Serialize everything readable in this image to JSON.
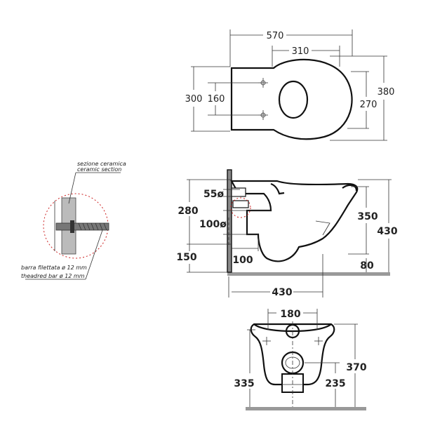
{
  "top_view": {
    "width_total": "570",
    "width_bowl": "310",
    "height_total": "380",
    "height_left": "300",
    "height_mount": "160",
    "height_bowl": "270"
  },
  "side_view": {
    "inlet_diameter": "55ø",
    "outlet_diameter": "100ø",
    "outlet_height": "280",
    "floor_clearance": "150",
    "outlet_depth": "100",
    "rim_height": "350",
    "total_height": "430",
    "bottom_clearance": "80",
    "depth": "430"
  },
  "front_view": {
    "width": "180",
    "height_left": "335",
    "height_right": "370",
    "outlet_height": "235"
  },
  "detail": {
    "label_it": "sezione ceramica",
    "label_en": "ceramic section",
    "bar_it": "barra filettata ø 12 mm",
    "bar_en": "theadred bar ø 12 mm"
  }
}
